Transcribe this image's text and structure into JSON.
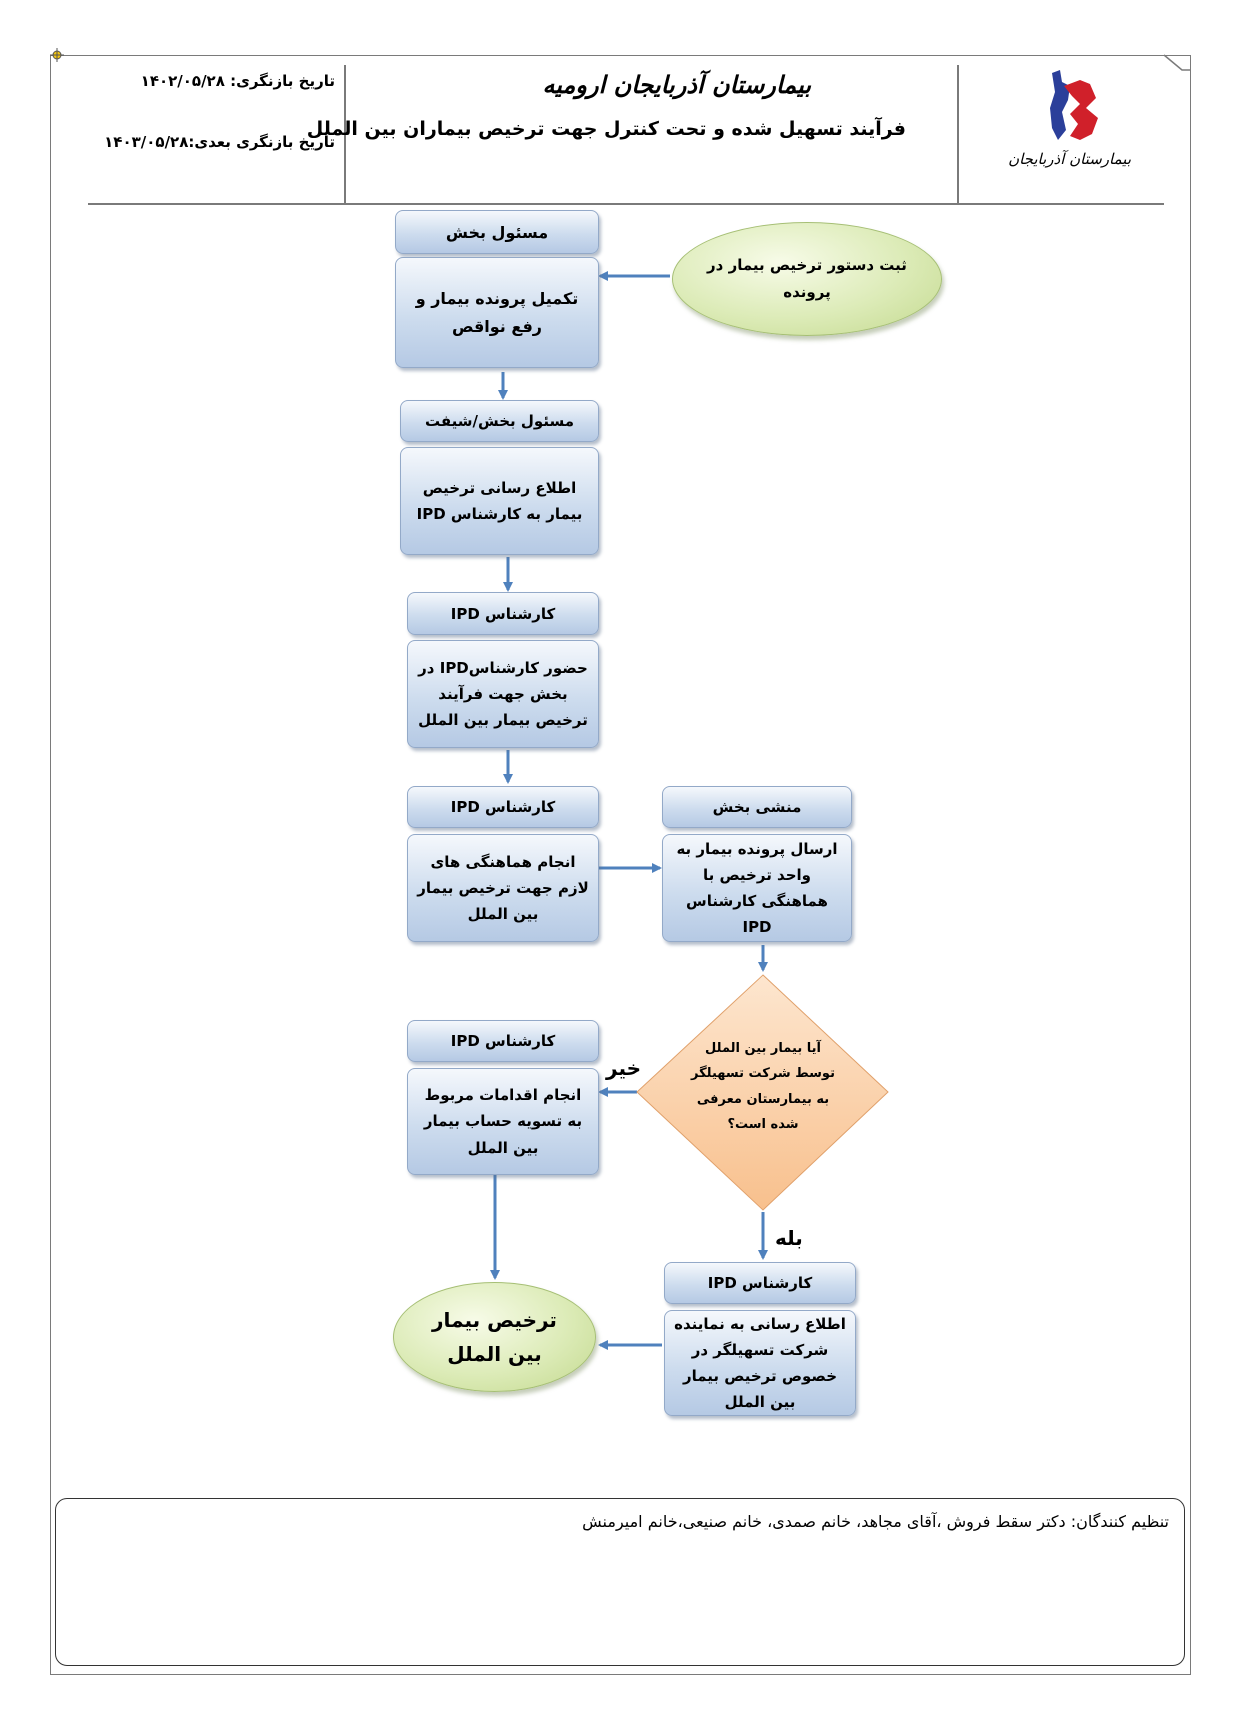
{
  "header": {
    "hospital_name": "بیمارستان آذربایجان ارومیه",
    "process_title": "فرآیند تسهیل شده و تحت کنترل جهت ترخیص بیماران بین الملل",
    "review_date": "تاریخ بازنگری: ۱۴۰۲/۰۵/۲۸",
    "next_review_date": "تاریخ بازنگری بعدی:۱۴۰۳/۰۵/۲۸",
    "logo_text": "بیمارستان آذربایجان",
    "logo_colors": {
      "red": "#d0202a",
      "blue": "#2b3f9a"
    }
  },
  "flowchart": {
    "start": "ثبت دستور ترخیص بیمار در پرونده",
    "step1": {
      "role": "مسئول بخش",
      "action": "تکمیل پرونده بیمار و رفع نواقص"
    },
    "step2": {
      "role": "مسئول بخش/شیفت",
      "action": "اطلاع رسانی ترخیص بیمار به کارشناس IPD"
    },
    "step3": {
      "role": "کارشناس IPD",
      "action": "حضور کارشناسIPD در بخش جهت فرآیند ترخیص بیمار بین الملل"
    },
    "step4": {
      "role": "کارشناس IPD",
      "action": "انجام هماهنگی های لازم جهت ترخیص بیمار بین الملل"
    },
    "step5": {
      "role": "منشی بخش",
      "action": "ارسال پرونده بیمار به واحد ترخیص با هماهنگی کارشناس IPD"
    },
    "decision": {
      "line1": "آیا بیمار بین الملل",
      "line2": "توسط شرکت تسهیلگر",
      "line3": "به بیمارستان معرفی",
      "line4": "شده است؟"
    },
    "no_label": "خیر",
    "yes_label": "بله",
    "step_no": {
      "role": "کارشناس IPD",
      "action": "انجام اقدامات مربوط به تسویه حساب بیمار بین الملل"
    },
    "step_yes": {
      "role": "کارشناس IPD",
      "action": "اطلاع رسانی به نماینده شرکت تسهیلگر در خصوص ترخیص بیمار بین الملل"
    },
    "end": "ترخیص بیمار بین الملل",
    "colors": {
      "box": "#c9d9ee",
      "oval": "#d8e8b0",
      "diamond": "#fbd3ae",
      "arrow": "#4f81bd"
    }
  },
  "footer": {
    "prepared_by": "تنظیم کنندگان: دکتر سقط فروش ،آقای مجاهد، خانم صمدی، خانم صنیعی،خانم امیرمنش"
  }
}
